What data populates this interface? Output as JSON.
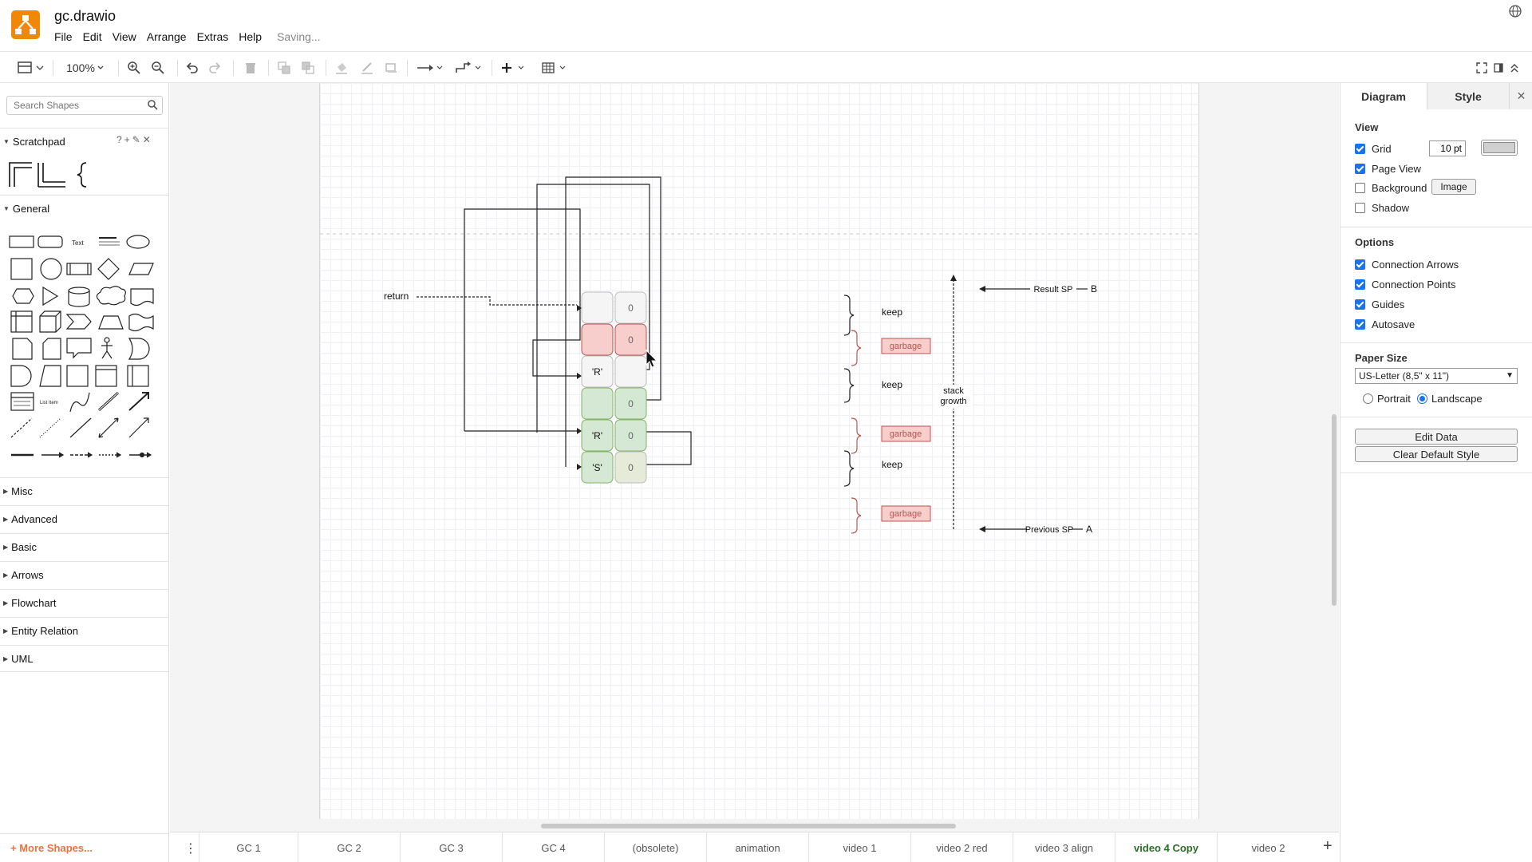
{
  "app": {
    "title": "gc.drawio",
    "status": "Saving...",
    "menu": [
      "File",
      "Edit",
      "View",
      "Arrange",
      "Extras",
      "Help"
    ]
  },
  "toolbar": {
    "zoom": "100%",
    "icons": [
      "sidebar-toggle-icon",
      "zoom-in-icon",
      "zoom-out-icon",
      "undo-icon",
      "redo-icon",
      "delete-icon",
      "to-front-icon",
      "to-back-icon",
      "fill-color-icon",
      "line-color-icon",
      "shadow-icon",
      "connection-icon",
      "waypoints-icon",
      "insert-icon",
      "table-icon",
      "fullscreen-icon",
      "format-panel-icon",
      "collapse-icon"
    ]
  },
  "sidebar": {
    "search_placeholder": "Search Shapes",
    "scratchpad_label": "Scratchpad",
    "scratchpad_tools": "?+✎✕",
    "general_label": "General",
    "sections": [
      "Misc",
      "Advanced",
      "Basic",
      "Arrows",
      "Flowchart",
      "Entity Relation",
      "UML"
    ],
    "more_shapes": "+ More Shapes..."
  },
  "diagram": {
    "return_label": "return",
    "cells_left": [
      "",
      "",
      "'R'",
      "",
      "'R'",
      "'S'"
    ],
    "cells_right": [
      "0",
      "0",
      "",
      "0",
      "0",
      "0"
    ],
    "annotations": [
      "keep",
      "garbage",
      "keep",
      "garbage",
      "keep",
      "garbage"
    ],
    "stack_label_1": "stack",
    "stack_label_2": "growth",
    "result_sp": "Result SP",
    "result_letter": "B",
    "previous_sp": "Previous SP",
    "previous_letter": "A",
    "colors": {
      "pink_fill": "#f8cecc",
      "pink_stroke": "#b85450",
      "green_fill": "#d5e8d4",
      "green_stroke": "#82b366",
      "grey_fill": "#f5f5f5",
      "grey_stroke": "#bbbbbb"
    }
  },
  "format_panel": {
    "tabs": [
      "Diagram",
      "Style"
    ],
    "view_title": "View",
    "view_options": [
      {
        "label": "Grid",
        "checked": true
      },
      {
        "label": "Page View",
        "checked": true
      },
      {
        "label": "Background",
        "checked": false
      },
      {
        "label": "Shadow",
        "checked": false
      }
    ],
    "grid_size": "10 pt",
    "image_button": "Image",
    "options_title": "Options",
    "options": [
      {
        "label": "Connection Arrows",
        "checked": true
      },
      {
        "label": "Connection Points",
        "checked": true
      },
      {
        "label": "Guides",
        "checked": true
      },
      {
        "label": "Autosave",
        "checked": true
      }
    ],
    "paper_title": "Paper Size",
    "paper_size": "US-Letter (8,5\" x 11\")",
    "portrait": "Portrait",
    "landscape": "Landscape",
    "edit_data": "Edit Data",
    "clear_style": "Clear Default Style",
    "accent": "#1a73e8"
  },
  "pages": {
    "tabs": [
      "GC 1",
      "GC 2",
      "GC 3",
      "GC 4",
      "(obsolete)",
      "animation",
      "video 1",
      "video 2 red",
      "video 3 align",
      "video 4 Copy",
      "video 2"
    ],
    "active": "video 4 Copy"
  }
}
